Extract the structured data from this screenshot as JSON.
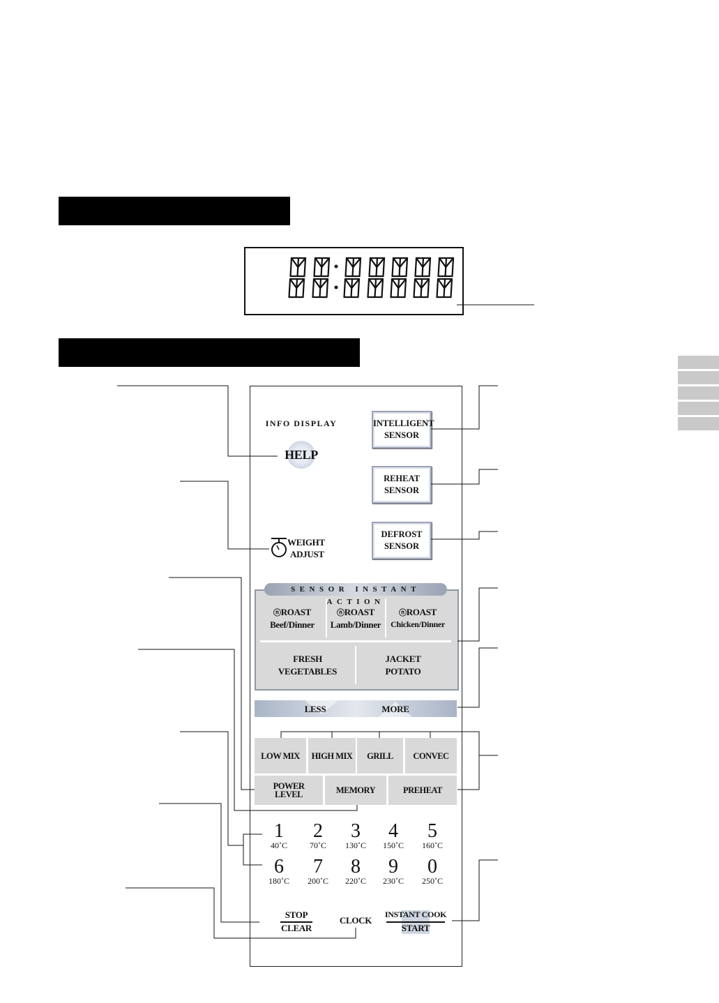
{
  "display": {
    "digits": [
      "8",
      "8",
      "8",
      "8",
      "8",
      "8",
      "8",
      "8"
    ]
  },
  "panel": {
    "info_display": "INFO DISPLAY",
    "help": "HELP",
    "weight_adjust": {
      "line1": "WEIGHT",
      "line2": "ADJUST"
    },
    "sensor_buttons": [
      {
        "line1": "INTELLIGENT",
        "line2": "SENSOR"
      },
      {
        "line1": "REHEAT",
        "line2": "SENSOR"
      },
      {
        "line1": "DEFROST",
        "line2": "SENSOR"
      }
    ],
    "sensor_instant_action": {
      "header": "SENSOR INSTANT ACTION",
      "roast": [
        {
          "line1": "ROAST",
          "line2": "Beef/Dinner"
        },
        {
          "line1": "ROAST",
          "line2": "Lamb/Dinner"
        },
        {
          "line1": "ROAST",
          "line2": "Chicken/Dinner"
        }
      ],
      "lower": [
        {
          "line1": "FRESH",
          "line2": "VEGETABLES"
        },
        {
          "line1": "JACKET",
          "line2": "POTATO"
        }
      ]
    },
    "less": "LESS",
    "more": "MORE",
    "mode_buttons": [
      "LOW MIX",
      "HIGH MIX",
      "GRILL",
      "CONVEC"
    ],
    "power_level": {
      "line1": "POWER",
      "line2": "LEVEL"
    },
    "memory": "MEMORY",
    "preheat": "PREHEAT",
    "number_pad": [
      {
        "num": "1",
        "temp": "40˚C"
      },
      {
        "num": "2",
        "temp": "70˚C"
      },
      {
        "num": "3",
        "temp": "130˚C"
      },
      {
        "num": "4",
        "temp": "150˚C"
      },
      {
        "num": "5",
        "temp": "160˚C"
      },
      {
        "num": "6",
        "temp": "180˚C"
      },
      {
        "num": "7",
        "temp": "200˚C"
      },
      {
        "num": "8",
        "temp": "220˚C"
      },
      {
        "num": "9",
        "temp": "230˚C"
      },
      {
        "num": "0",
        "temp": "250˚C"
      }
    ],
    "stop_clear": {
      "line1": "STOP",
      "line2": "CLEAR"
    },
    "clock": "CLOCK",
    "instant_cook_start": {
      "line1": "INSTANT COOK",
      "line2": "START"
    }
  },
  "colors": {
    "bar": "#000000",
    "button_gray": "#d9d9d9",
    "sensor_border": "#9aa3b5",
    "side_tab": "#c9c9c9"
  },
  "icons": [
    "weight-scale-icon"
  ]
}
